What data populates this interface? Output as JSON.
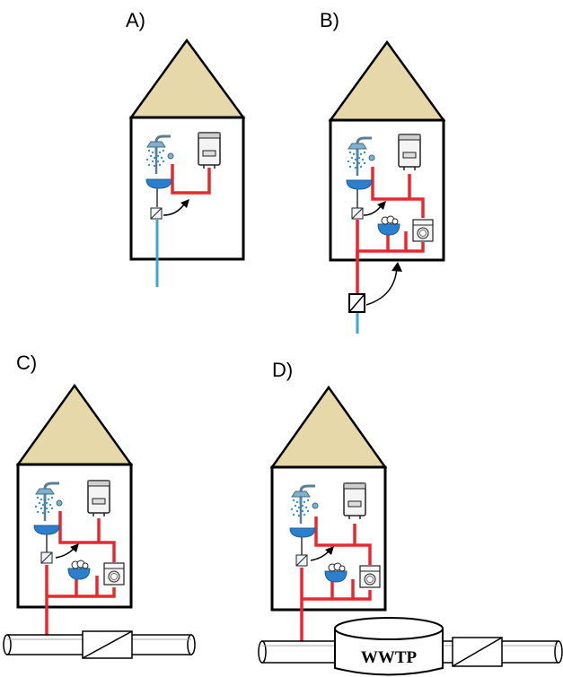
{
  "panels": {
    "a": {
      "label": "A)"
    },
    "b": {
      "label": "B)"
    },
    "c": {
      "label": "C)"
    },
    "d": {
      "label": "D)"
    }
  },
  "wwtp": {
    "label": "WWTP"
  },
  "colors": {
    "roof": "#e6d8a9",
    "hot_pipe": "#e8282e",
    "cold_pipe": "#3aa6dc",
    "outline": "#000000",
    "water_drop": "#3a8fd6",
    "sink_bowl": "#2b7fcc"
  },
  "icons": [
    "shower-icon",
    "water-heater-icon",
    "sink-icon",
    "washing-machine-icon",
    "meter-icon",
    "arrow-icon"
  ]
}
